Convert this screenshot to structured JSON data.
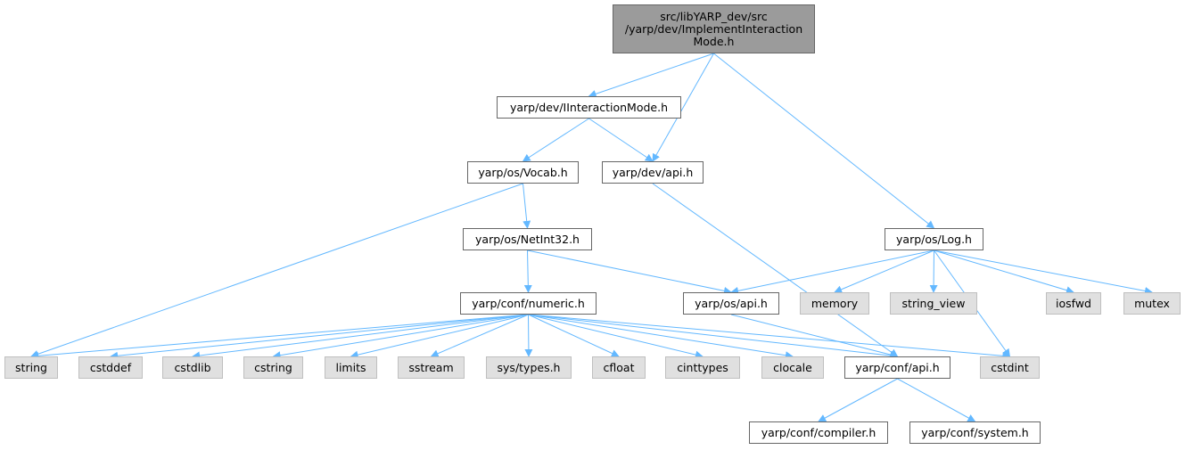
{
  "colors": {
    "edge": "#63b8ff",
    "root_fill": "#9b9b9b",
    "node_border": "#666666",
    "system_fill": "#e0e0e0",
    "system_border": "#bfbfbf"
  },
  "nodes": {
    "root": "src/libYARP_dev/src\n/yarp/dev/ImplementInteraction\nMode.h",
    "iim": "yarp/dev/IInteractionMode.h",
    "vocab": "yarp/os/Vocab.h",
    "devapi": "yarp/dev/api.h",
    "netint": "yarp/os/NetInt32.h",
    "log": "yarp/os/Log.h",
    "numeric": "yarp/conf/numeric.h",
    "osapi": "yarp/os/api.h",
    "memory": "memory",
    "strview": "string_view",
    "iosfwd": "iosfwd",
    "mutex": "mutex",
    "string": "string",
    "cstddef": "cstddef",
    "cstdlib": "cstdlib",
    "cstring": "cstring",
    "limits": "limits",
    "sstream": "sstream",
    "systypes": "sys/types.h",
    "cfloat": "cfloat",
    "cinttypes": "cinttypes",
    "clocale": "clocale",
    "confapi": "yarp/conf/api.h",
    "cstdint": "cstdint",
    "compiler": "yarp/conf/compiler.h",
    "system": "yarp/conf/system.h"
  },
  "edges": [
    [
      "root",
      "iim"
    ],
    [
      "root",
      "devapi"
    ],
    [
      "root",
      "log"
    ],
    [
      "iim",
      "vocab"
    ],
    [
      "iim",
      "devapi"
    ],
    [
      "vocab",
      "netint"
    ],
    [
      "vocab",
      "string"
    ],
    [
      "devapi",
      "confapi"
    ],
    [
      "netint",
      "numeric"
    ],
    [
      "netint",
      "osapi"
    ],
    [
      "log",
      "osapi"
    ],
    [
      "log",
      "memory"
    ],
    [
      "log",
      "strview"
    ],
    [
      "log",
      "iosfwd"
    ],
    [
      "log",
      "mutex"
    ],
    [
      "log",
      "cstdint"
    ],
    [
      "numeric",
      "string"
    ],
    [
      "numeric",
      "cstddef"
    ],
    [
      "numeric",
      "cstdlib"
    ],
    [
      "numeric",
      "cstring"
    ],
    [
      "numeric",
      "limits"
    ],
    [
      "numeric",
      "sstream"
    ],
    [
      "numeric",
      "systypes"
    ],
    [
      "numeric",
      "cfloat"
    ],
    [
      "numeric",
      "cinttypes"
    ],
    [
      "numeric",
      "clocale"
    ],
    [
      "numeric",
      "confapi"
    ],
    [
      "numeric",
      "cstdint"
    ],
    [
      "osapi",
      "confapi"
    ],
    [
      "confapi",
      "compiler"
    ],
    [
      "confapi",
      "system"
    ]
  ]
}
